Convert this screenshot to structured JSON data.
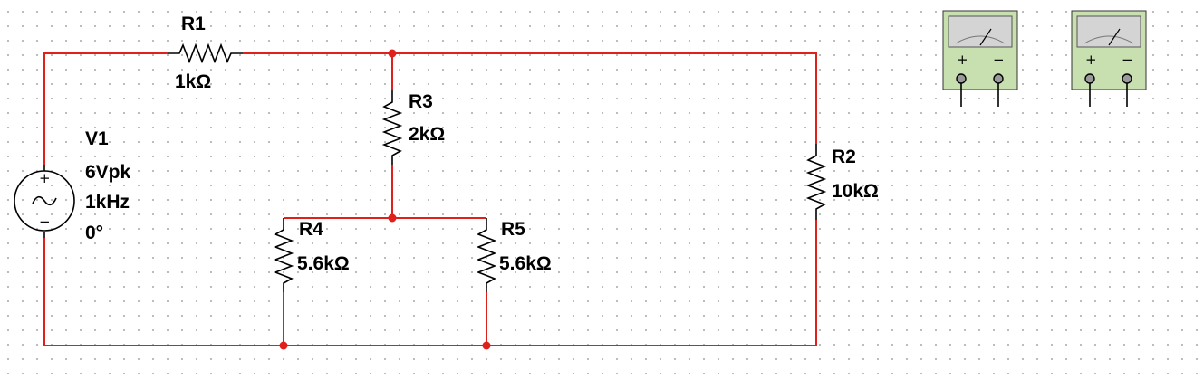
{
  "colors": {
    "wire": "#e0201b",
    "component": "#000000",
    "meter_body": "#c8e0b0",
    "meter_screen": "#d4d4d4"
  },
  "components": {
    "v1": {
      "name": "V1",
      "amplitude": "6Vpk",
      "frequency": "1kHz",
      "phase": "0°",
      "plus": "+",
      "minus": "−",
      "icon": "ac-source-icon"
    },
    "r1": {
      "name": "R1",
      "value": "1kΩ"
    },
    "r2": {
      "name": "R2",
      "value": "10kΩ"
    },
    "r3": {
      "name": "R3",
      "value": "2kΩ"
    },
    "r4": {
      "name": "R4",
      "value": "5.6kΩ"
    },
    "r5": {
      "name": "R5",
      "value": "5.6kΩ"
    }
  },
  "meters": [
    {
      "id": "voltmeter-1",
      "plus": "+",
      "minus": "−",
      "icon": "voltmeter-icon"
    },
    {
      "id": "voltmeter-2",
      "plus": "+",
      "minus": "−",
      "icon": "voltmeter-icon"
    }
  ]
}
